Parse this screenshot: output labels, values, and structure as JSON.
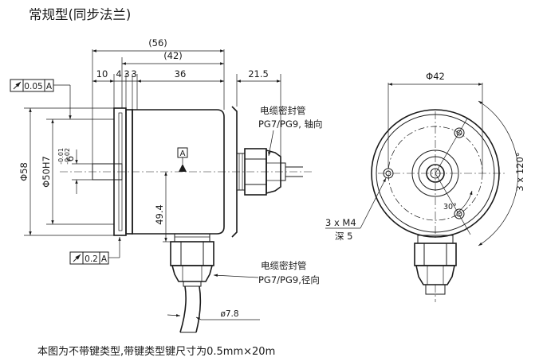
{
  "title": "常规型(同步法兰)",
  "caption": "本图为不带键类型,带键类型键尺寸为0.5mm×20m",
  "dimensions": {
    "overall_length": "(56)",
    "body_length": "(42)",
    "shaft": "10",
    "flange_a": "4",
    "flange_b": "3",
    "flange_c": "3",
    "body": "36",
    "gland_axial": "21.5",
    "diameter_outer": "Φ58",
    "diameter_spigot": "Φ50H7",
    "shaft_diameter": "6",
    "shaft_tol_upper": "-0.01",
    "shaft_tol_lower": "-0.02",
    "height_center_to_gland": "49.4",
    "bolt_circle": "Φ42",
    "hole_angle": "3 x 120°",
    "offset_angle": "30°",
    "cable_diameter": "ø7.8"
  },
  "tolerances": {
    "runout": "0.05",
    "perpendicularity": "0.2",
    "datum": "A"
  },
  "notes": {
    "axial_gland_line1": "电缆密封管",
    "axial_gland_line2": "PG7/PG9, 轴向",
    "radial_gland_line1": "电缆密封管",
    "radial_gland_line2": "PG7/PG9,径向",
    "holes_line1": "3 x M4",
    "holes_line2": "深 5"
  }
}
